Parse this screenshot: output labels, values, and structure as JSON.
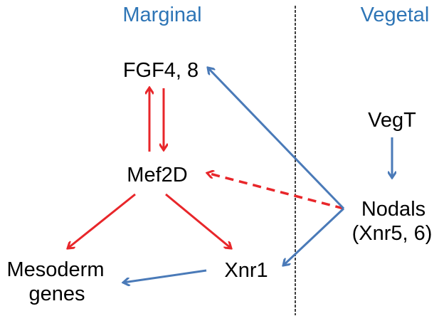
{
  "colors": {
    "region_label": "#2e75b6",
    "red_arrow": "#e8262a",
    "blue_arrow": "#4a7ab8",
    "divider": "#000000"
  },
  "regions": {
    "left": "Marginal",
    "right": "Vegetal"
  },
  "nodes": {
    "fgf": "FGF4, 8",
    "mef2d": "Mef2D",
    "mesoderm_line1": "Mesoderm",
    "mesoderm_line2": "genes",
    "xnr1": "Xnr1",
    "vegt": "VegT",
    "nodals_line1": "Nodals",
    "nodals_line2": "(Xnr5, 6)"
  },
  "edges": [
    {
      "from": "mef2d",
      "to": "fgf",
      "color": "red",
      "style": "solid"
    },
    {
      "from": "fgf",
      "to": "mef2d",
      "color": "red",
      "style": "solid"
    },
    {
      "from": "mef2d",
      "to": "mesoderm",
      "color": "red",
      "style": "solid"
    },
    {
      "from": "mef2d",
      "to": "xnr1",
      "color": "red",
      "style": "solid"
    },
    {
      "from": "nodals",
      "to": "mef2d",
      "color": "red",
      "style": "dashed"
    },
    {
      "from": "nodals",
      "to": "fgf",
      "color": "blue",
      "style": "solid"
    },
    {
      "from": "nodals",
      "to": "xnr1",
      "color": "blue",
      "style": "solid"
    },
    {
      "from": "vegt",
      "to": "nodals",
      "color": "blue",
      "style": "solid"
    },
    {
      "from": "xnr1",
      "to": "mesoderm",
      "color": "blue",
      "style": "solid"
    }
  ]
}
